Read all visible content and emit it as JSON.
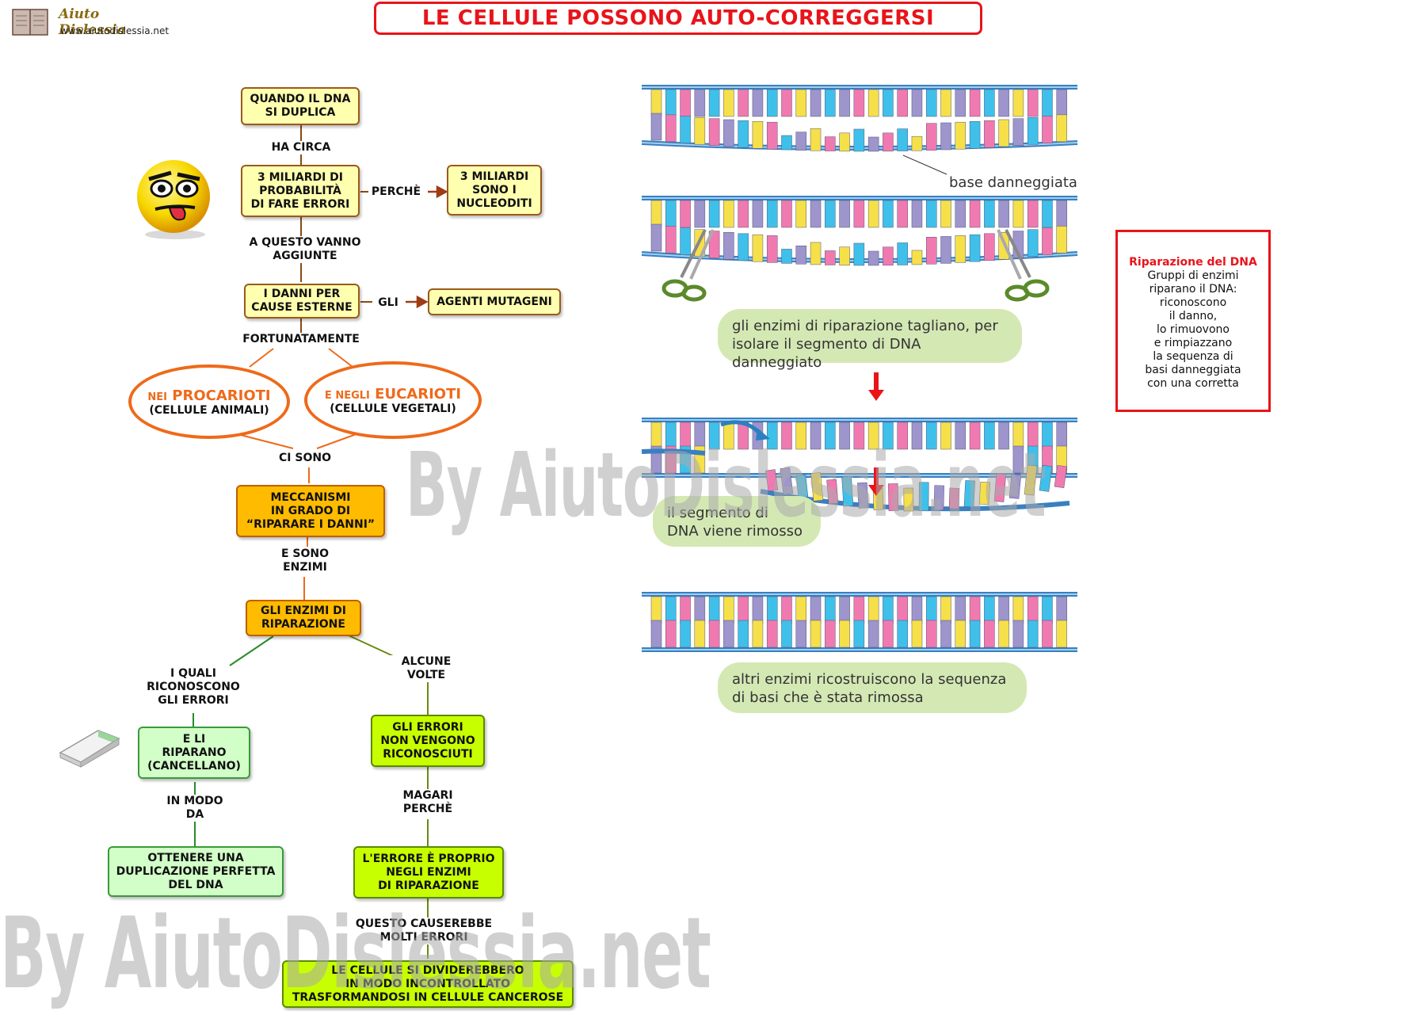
{
  "header": {
    "logo_text": "Aiuto Dislessia",
    "logo_url": "www.aiutodislessia.net",
    "title": "LE CELLULE POSSONO AUTO-CORREGGERSI"
  },
  "concept_map": {
    "nodes": {
      "dna_duplicates": "QUANDO IL DNA\nSI DUPLICA",
      "three_billion_prob": "3 MILIARDI DI\nPROBABILITÀ\nDI FARE ERRORI",
      "three_billion_nuc": "3 MILIARDI\nSONO I\nNUCLEODITI",
      "external_damage": "I DANNI PER\nCAUSE ESTERNE",
      "mutagens": "AGENTI MUTAGENI",
      "prokaryotes_a": "NEI",
      "prokaryotes_b": "PROCARIOTI",
      "prokaryotes_sub": "(CELLULE ANIMALI)",
      "eukaryotes_a": "E NEGLI",
      "eukaryotes_b": "EUCARIOTI",
      "eukaryotes_sub": "(CELLULE VEGETALI)",
      "mechanisms": "MECCANISMI\nIN GRADO DI\n“RIPARARE I DANNI”",
      "repair_enzymes": "GLI ENZIMI DI\nRIPARAZIONE",
      "repair_them": "E LI\nRIPARANO\n(CANCELLANO)",
      "perfect_dup": "OTTENERE UNA\nDUPLICAZIONE PERFETTA\nDEL DNA",
      "not_recognized": "GLI ERRORI\nNON VENGONO\nRICONOSCIUTI",
      "error_in_enzymes": "L'ERRORE È PROPRIO\nNEGLI ENZIMI\nDI RIPARAZIONE",
      "cancer": "LE CELLULE SI DIVIDEREBBERO\nIN MODO INCONTROLLATO\nTRASFORMANDOSI IN CELLULE CANCEROSE"
    },
    "links": {
      "ha_circa": "HA CIRCA",
      "perche": "PERCHÈ",
      "a_questo": "A QUESTO VANNO\nAGGIUNTE",
      "gli": "GLI",
      "fortunatamente": "FORTUNATAMENTE",
      "ci_sono": "CI SONO",
      "e_sono_enzimi": "E SONO\nENZIMI",
      "i_quali": "I QUALI\nRICONOSCONO\nGLI ERRORI",
      "alcune_volte": "ALCUNE\nVOLTE",
      "in_modo_da": "IN MODO\nDA",
      "magari_perche": "MAGARI\nPERCHÈ",
      "questo_causerebbe": "QUESTO CAUSEREBBE\nMOLTI ERRORI"
    }
  },
  "figure": {
    "label_damaged_base": "base danneggiata",
    "caption_cut": "gli enzimi di riparazione tagliano, per\nisolare il segmento di DNA danneggiato",
    "caption_removed": "il segmento di\nDNA viene rimosso",
    "caption_rebuild": "altri enzimi ricostruiscono la sequenza\ndi basi che è stata rimossa"
  },
  "info_box": {
    "title": "Riparazione del DNA",
    "body": "Gruppi di enzimi\nriparano il DNA:\nriconoscono\nil danno,\nlo rimuovono\ne rimpiazzano\nla sequenza di\nbasi danneggiata\ncon una corretta"
  },
  "watermark": "By AiutoDislessia.net",
  "colors": {
    "title_red": "#e8141a",
    "ellipse_orange": "#ee6a1a",
    "base_blue": "#3fc0ea",
    "base_pink": "#f07ab0",
    "base_yellow": "#f6e04a",
    "base_purple": "#9d95cc",
    "backbone": "#3a7fc0",
    "pill_green": "#d4e8b4"
  }
}
